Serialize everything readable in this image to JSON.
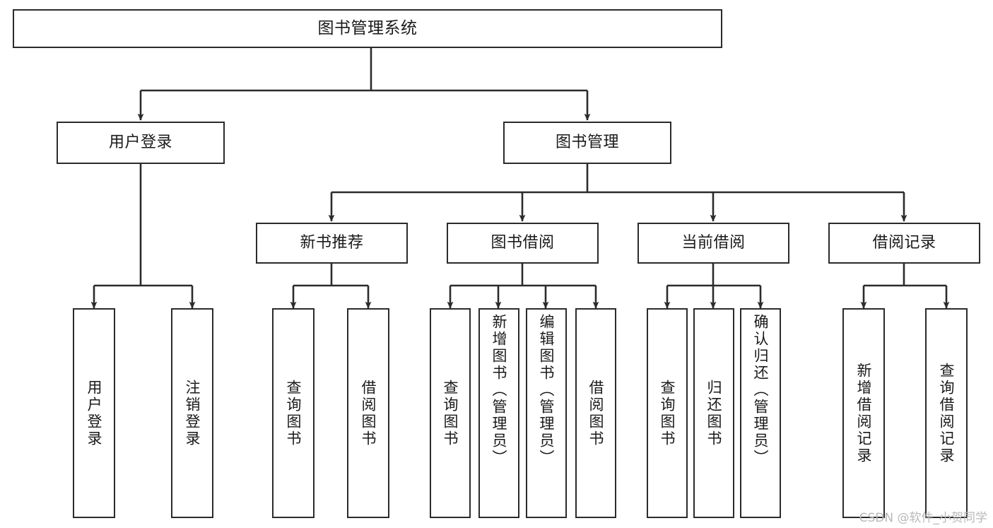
{
  "diagram": {
    "title": "图书管理系统",
    "type": "tree-hierarchy-chart",
    "line_color": "#2b2b2b",
    "box_fill": "#ffffff",
    "text_color": "#1a1a1a"
  },
  "nodes": {
    "root": {
      "label": "图书管理系统"
    },
    "level2": [
      {
        "label": "用户登录"
      },
      {
        "label": "图书管理"
      }
    ],
    "level3": [
      {
        "label": "新书推荐"
      },
      {
        "label": "图书借阅"
      },
      {
        "label": "当前借阅"
      },
      {
        "label": "借阅记录"
      }
    ],
    "leaves_user_login": [
      {
        "label": "用户登录"
      },
      {
        "label": "注销登录"
      }
    ],
    "leaves_new_book": [
      {
        "label": "查询图书"
      },
      {
        "label": "借阅图书"
      }
    ],
    "leaves_borrow": [
      {
        "label": "查询图书"
      },
      {
        "label": "新增图书（管理员）"
      },
      {
        "label": "编辑图书（管理员）"
      },
      {
        "label": "借阅图书"
      }
    ],
    "leaves_current": [
      {
        "label": "查询图书"
      },
      {
        "label": "归还图书"
      },
      {
        "label": "确认归还（管理员）"
      }
    ],
    "leaves_record": [
      {
        "label": "新增借阅记录"
      },
      {
        "label": "查询借阅记录"
      }
    ]
  },
  "watermark": {
    "text": "CSDN @软件_小贺同学"
  }
}
